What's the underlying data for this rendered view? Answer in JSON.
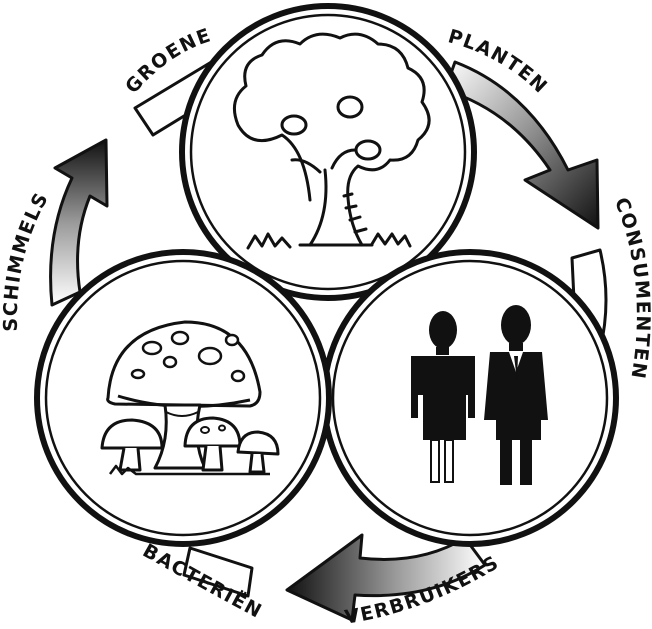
{
  "labels": {
    "groene": "GROENE",
    "planten": "PLANTEN",
    "consumenten": "CONSUMENTEN",
    "verbruikers": "VERBRUIKERS",
    "bacterien": "BACTERIËN",
    "schimmels": "SCHIMMELS"
  },
  "nodes": [
    {
      "id": "tree",
      "icon": "tree-icon"
    },
    {
      "id": "people",
      "icon": "people-icon"
    },
    {
      "id": "mushroom",
      "icon": "mushroom-icon"
    }
  ],
  "colors": {
    "ink": "#111111",
    "paper": "#ffffff"
  }
}
